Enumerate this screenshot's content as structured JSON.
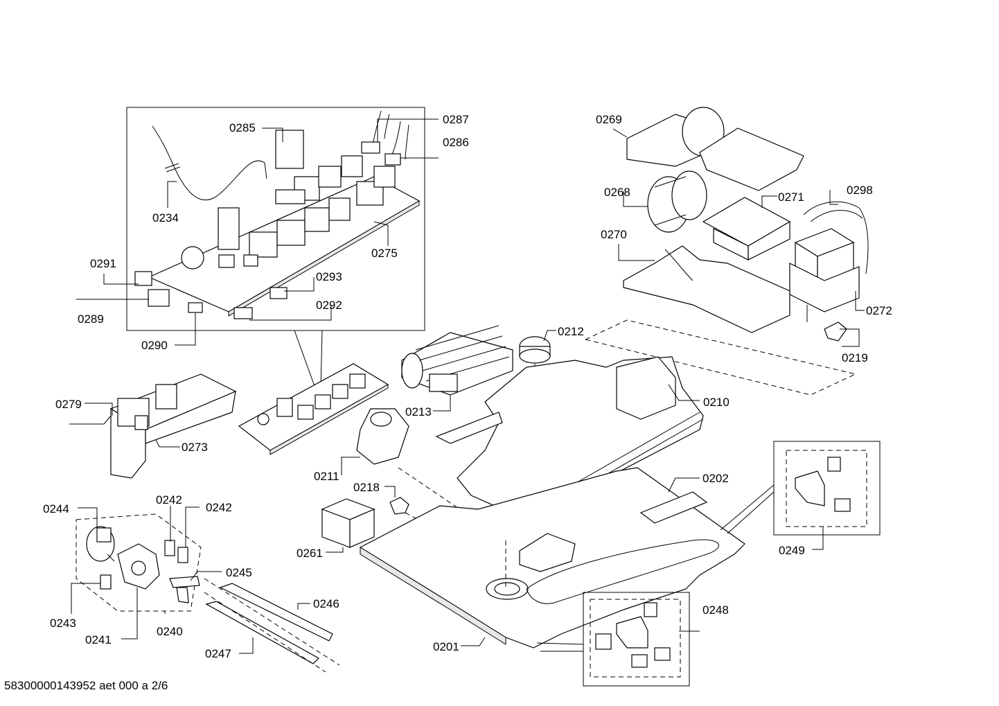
{
  "footer": "58300000143952 aet 000 a 2/6",
  "labels": {
    "p0285": "0285",
    "p0287": "0287",
    "p0286": "0286",
    "p0234": "0234",
    "p0275": "0275",
    "p0291": "0291",
    "p0293": "0293",
    "p0292": "0292",
    "p0289": "0289",
    "p0290": "0290",
    "p0269": "0269",
    "p0268": "0268",
    "p0271": "0271",
    "p0298": "0298",
    "p0270": "0270",
    "p0272": "0272",
    "p0219": "0219",
    "p0212": "0212",
    "p0213": "0213",
    "p0210": "0210",
    "p0279": "0279",
    "p0273": "0273",
    "p0211": "0211",
    "p0218": "0218",
    "p0202": "0202",
    "p0261": "0261",
    "p0249": "0249",
    "p0244": "0244",
    "p0242a": "0242",
    "p0242b": "0242",
    "p0245": "0245",
    "p0246": "0246",
    "p0243": "0243",
    "p0241": "0241",
    "p0240": "0240",
    "p0247": "0247",
    "p0201": "0201",
    "p0248": "0248"
  }
}
